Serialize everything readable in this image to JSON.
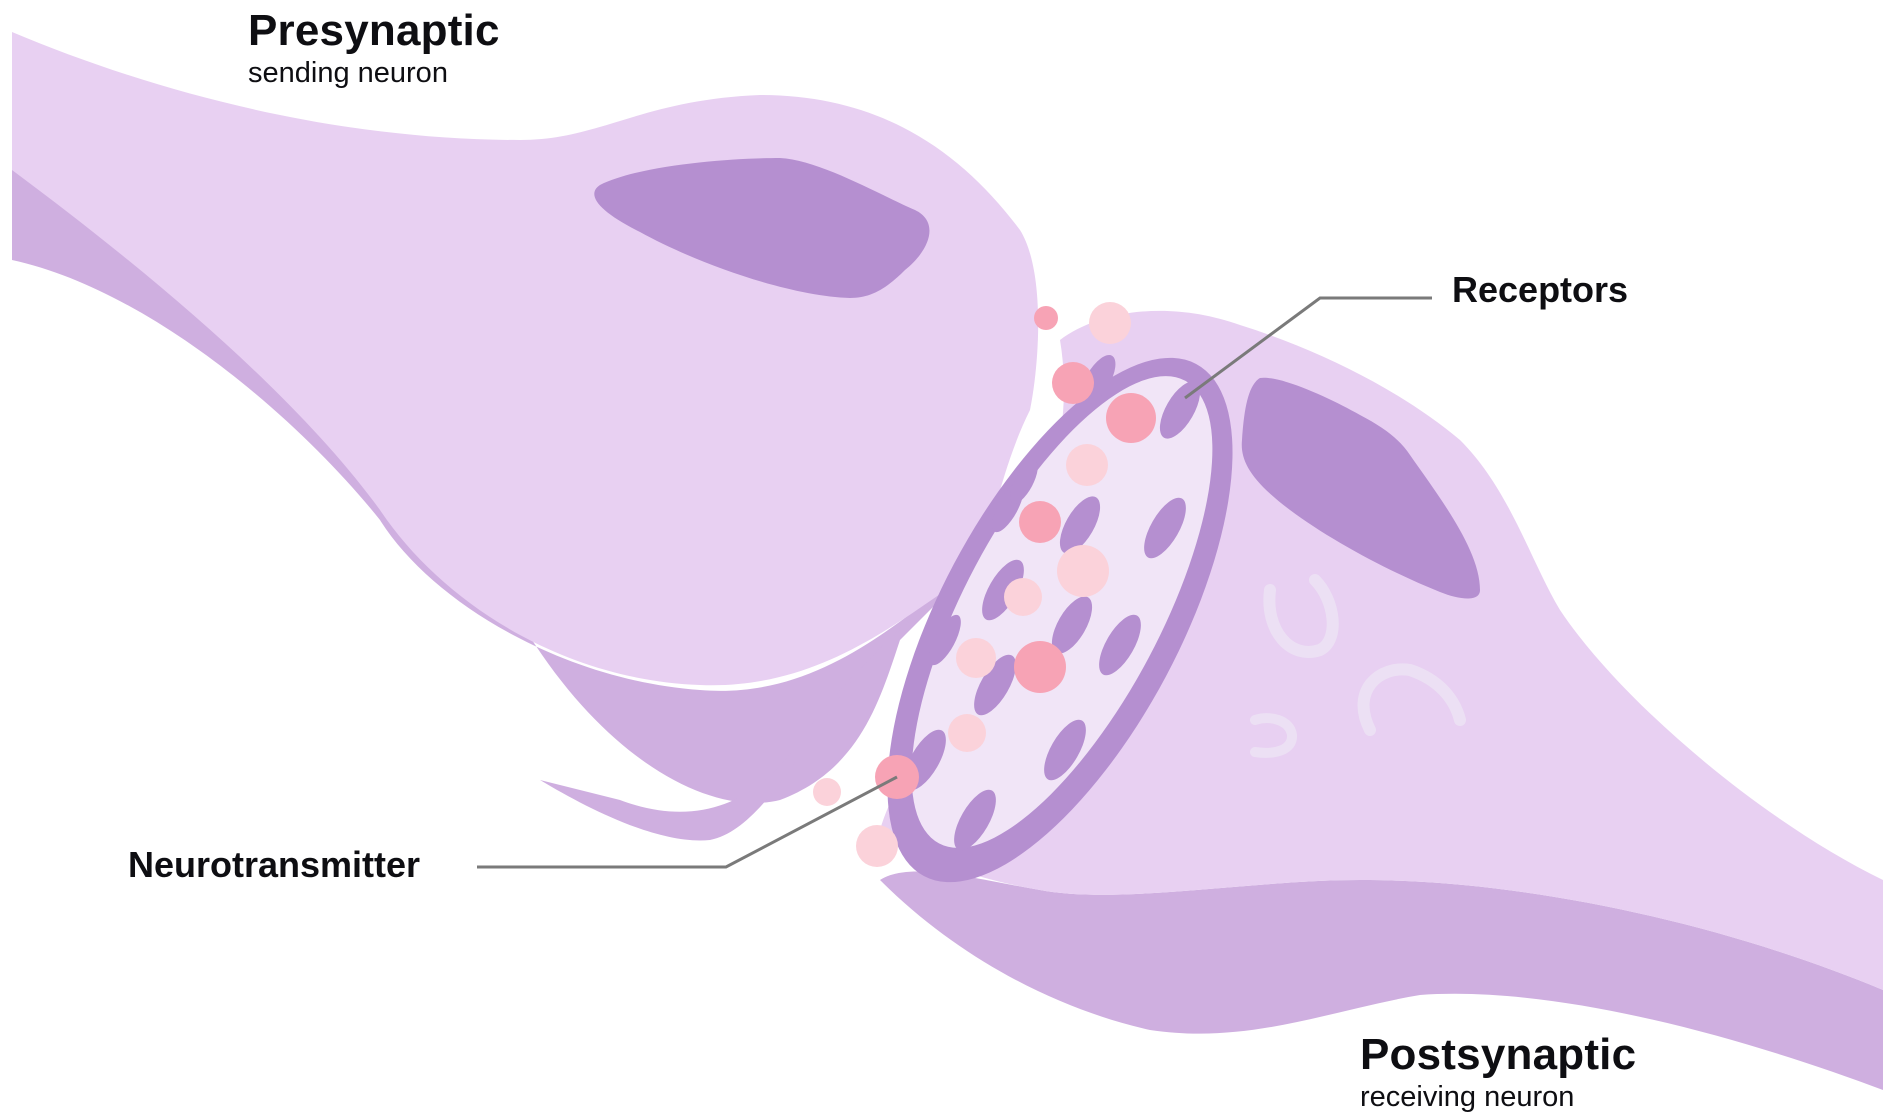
{
  "labels": {
    "presynaptic": {
      "title": "Presynaptic",
      "subtitle": "sending neuron"
    },
    "postsynaptic": {
      "title": "Postsynaptic",
      "subtitle": "receiving neuron"
    },
    "receptors": "Receptors",
    "neurotransmitter": "Neurotransmitter"
  },
  "colors": {
    "neuron_light": "#e8d0f2",
    "neuron_mid": "#cfafe0",
    "neuron_dark": "#b58fd0",
    "cleft_surface": "#f1e5f7",
    "molecule_pink": "#f7a3b5",
    "molecule_light_pink": "#fbd2da",
    "leader_line": "#7a7a7a"
  }
}
